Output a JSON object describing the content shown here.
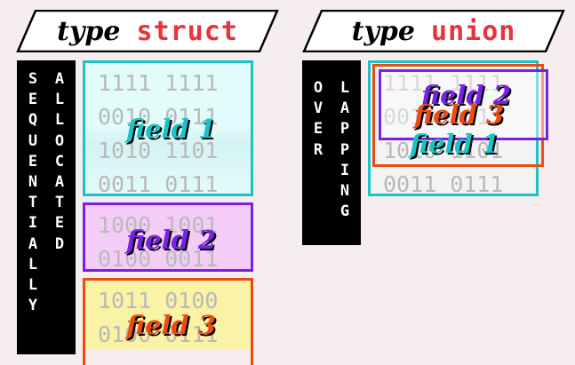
{
  "struct_panel": {
    "keyword": "type",
    "type_name": "struct",
    "side_label_1": [
      "S",
      "E",
      "Q",
      "U",
      "E",
      "N",
      "T",
      "I",
      "A",
      "L",
      "L",
      "Y"
    ],
    "side_label_2": [
      "A",
      "L",
      "L",
      "O",
      "C",
      "A",
      "T",
      "E",
      "D"
    ],
    "fields": [
      {
        "label": "field 1",
        "color": "#18c4c8",
        "fill": "#e2fbfb",
        "bits": [
          "1111 1111",
          "0010 0111",
          "1010 1101",
          "0011 0111"
        ]
      },
      {
        "label": "field 2",
        "color": "#7a1fe8",
        "fill": "#f3cdf7",
        "bits": [
          "1000 1001",
          "0100 0011"
        ]
      },
      {
        "label": "field 3",
        "color": "#ec4c12",
        "fill": "#faf3a6",
        "bits": [
          "1011 0100",
          "0100 0111"
        ]
      }
    ]
  },
  "union_panel": {
    "keyword": "type",
    "type_name": "union",
    "side_label_1": [
      "O",
      "V",
      "E",
      "R"
    ],
    "side_label_2": [
      "L",
      "A",
      "P",
      "P",
      "I",
      "N",
      "G"
    ],
    "bits": [
      "1111 1111",
      "0010 0111",
      "1010 1101",
      "0011 0111"
    ],
    "fields": [
      {
        "label": "field 1",
        "color": "#18c4c8"
      },
      {
        "label": "field 3",
        "color": "#ec4c12"
      },
      {
        "label": "field 2",
        "color": "#7a1fe8"
      }
    ]
  },
  "colors": {
    "background": "#f6eeee",
    "type_name": "#e8333a",
    "label_shadow": "#000000"
  }
}
